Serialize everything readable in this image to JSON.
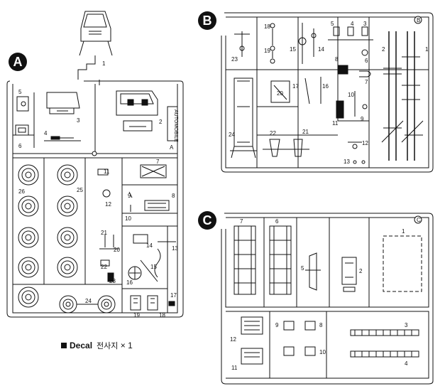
{
  "sprues": [
    {
      "letter": "A",
      "tag": "A"
    },
    {
      "letter": "B",
      "tag": "B"
    },
    {
      "letter": "C",
      "tag": "C"
    }
  ],
  "sprue_a": {
    "brand": "AUTOMOBILE",
    "part_numbers": [
      "1",
      "2",
      "3",
      "4",
      "5",
      "6",
      "7",
      "8",
      "9",
      "10",
      "11",
      "12",
      "13",
      "14",
      "15",
      "16",
      "17",
      "18",
      "19",
      "20",
      "21",
      "22",
      "23",
      "24",
      "25",
      "26"
    ]
  },
  "sprue_b": {
    "part_numbers": [
      "1",
      "2",
      "3",
      "4",
      "5",
      "6",
      "7",
      "8",
      "9",
      "10",
      "11",
      "12",
      "13",
      "14",
      "15",
      "16",
      "17",
      "18",
      "19",
      "20",
      "21",
      "22",
      "23",
      "24"
    ]
  },
  "sprue_c": {
    "part_numbers": [
      "1",
      "2",
      "3",
      "4",
      "5",
      "6",
      "7",
      "8",
      "9",
      "10",
      "11",
      "12"
    ]
  },
  "decal": {
    "label": "Decal",
    "korean": "전사지",
    "count": "× 1"
  }
}
